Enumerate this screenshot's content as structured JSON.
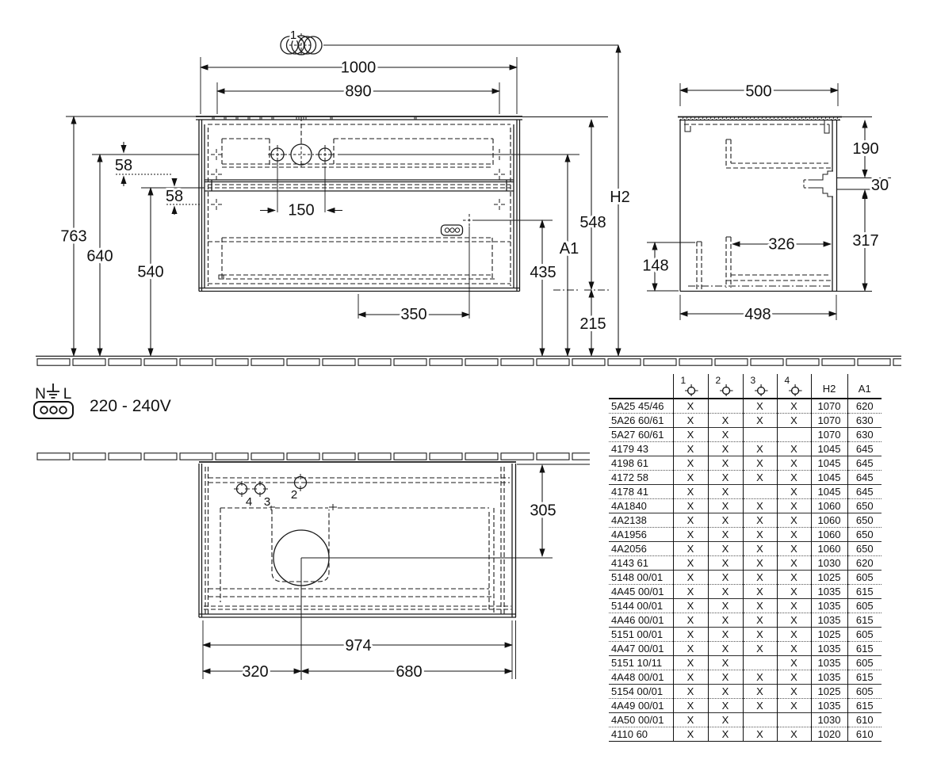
{
  "front_view": {
    "hole_group_label": "1",
    "dims": {
      "overall_width": "1000",
      "inner_width": "890",
      "hole_spacing": "150",
      "height_top": "763",
      "height_holes": "640",
      "height_mid": "540",
      "offset_a": "58",
      "offset_b": "58",
      "cabinet_height": "548",
      "bottom_clearance": "215",
      "socket_height": "435",
      "socket_offset": "350",
      "label_a1": "A1",
      "label_h2": "H2"
    }
  },
  "side_view": {
    "dims": {
      "overall_depth": "500",
      "bottom_depth": "498",
      "top_zone": "190",
      "service_channel": "30",
      "lower_zone": "317",
      "inner_depth": "326",
      "back_clearance": "148"
    }
  },
  "plan_view": {
    "dims": {
      "overall_width": "974",
      "drain_from_left": "320",
      "drain_from_right": "680",
      "depth": "305"
    },
    "hole_labels": {
      "h2": "2",
      "h3": "3",
      "h4": "4"
    }
  },
  "power": {
    "n": "N",
    "l": "L",
    "voltage": "220 - 240V"
  },
  "table": {
    "columns": [
      "",
      "1",
      "2",
      "3",
      "4",
      "H2",
      "A1"
    ],
    "rows": [
      {
        "model": "5A25 45/46",
        "holes": [
          "X",
          "",
          "X",
          "X"
        ],
        "h2": "1070",
        "a1": "620"
      },
      {
        "model": "5A26 60/61",
        "holes": [
          "X",
          "X",
          "X",
          "X"
        ],
        "h2": "1070",
        "a1": "630"
      },
      {
        "model": "5A27 60/61",
        "holes": [
          "X",
          "X",
          "",
          ""
        ],
        "h2": "1070",
        "a1": "630"
      },
      {
        "model": "4179 43",
        "holes": [
          "X",
          "X",
          "X",
          "X"
        ],
        "h2": "1045",
        "a1": "645"
      },
      {
        "model": "4198 61",
        "holes": [
          "X",
          "X",
          "X",
          "X"
        ],
        "h2": "1045",
        "a1": "645"
      },
      {
        "model": "4172 58",
        "holes": [
          "X",
          "X",
          "X",
          "X"
        ],
        "h2": "1045",
        "a1": "645"
      },
      {
        "model": "4178 41",
        "holes": [
          "X",
          "X",
          "",
          "X"
        ],
        "h2": "1045",
        "a1": "645"
      },
      {
        "model": "4A1840",
        "holes": [
          "X",
          "X",
          "X",
          "X"
        ],
        "h2": "1060",
        "a1": "650"
      },
      {
        "model": "4A2138",
        "holes": [
          "X",
          "X",
          "X",
          "X"
        ],
        "h2": "1060",
        "a1": "650"
      },
      {
        "model": "4A1956",
        "holes": [
          "X",
          "X",
          "X",
          "X"
        ],
        "h2": "1060",
        "a1": "650"
      },
      {
        "model": "4A2056",
        "holes": [
          "X",
          "X",
          "X",
          "X"
        ],
        "h2": "1060",
        "a1": "650"
      },
      {
        "model": "4143 61",
        "holes": [
          "X",
          "X",
          "X",
          "X"
        ],
        "h2": "1030",
        "a1": "620"
      },
      {
        "model": "5148 00/01",
        "holes": [
          "X",
          "X",
          "X",
          "X"
        ],
        "h2": "1025",
        "a1": "605"
      },
      {
        "model": "4A45 00/01",
        "holes": [
          "X",
          "X",
          "X",
          "X"
        ],
        "h2": "1035",
        "a1": "615"
      },
      {
        "model": "5144 00/01",
        "holes": [
          "X",
          "X",
          "X",
          "X"
        ],
        "h2": "1035",
        "a1": "605"
      },
      {
        "model": "4A46 00/01",
        "holes": [
          "X",
          "X",
          "X",
          "X"
        ],
        "h2": "1035",
        "a1": "615"
      },
      {
        "model": "5151 00/01",
        "holes": [
          "X",
          "X",
          "X",
          "X"
        ],
        "h2": "1025",
        "a1": "605"
      },
      {
        "model": "4A47 00/01",
        "holes": [
          "X",
          "X",
          "X",
          "X"
        ],
        "h2": "1035",
        "a1": "615"
      },
      {
        "model": "5151 10/11",
        "holes": [
          "X",
          "X",
          "",
          "X"
        ],
        "h2": "1035",
        "a1": "605"
      },
      {
        "model": "4A48 00/01",
        "holes": [
          "X",
          "X",
          "X",
          "X"
        ],
        "h2": "1035",
        "a1": "615"
      },
      {
        "model": "5154 00/01",
        "holes": [
          "X",
          "X",
          "X",
          "X"
        ],
        "h2": "1025",
        "a1": "605"
      },
      {
        "model": "4A49 00/01",
        "holes": [
          "X",
          "X",
          "X",
          "X"
        ],
        "h2": "1035",
        "a1": "615"
      },
      {
        "model": "4A50 00/01",
        "holes": [
          "X",
          "X",
          "",
          ""
        ],
        "h2": "1030",
        "a1": "610"
      },
      {
        "model": "4110 60",
        "holes": [
          "X",
          "X",
          "X",
          "X"
        ],
        "h2": "1020",
        "a1": "610"
      }
    ]
  }
}
